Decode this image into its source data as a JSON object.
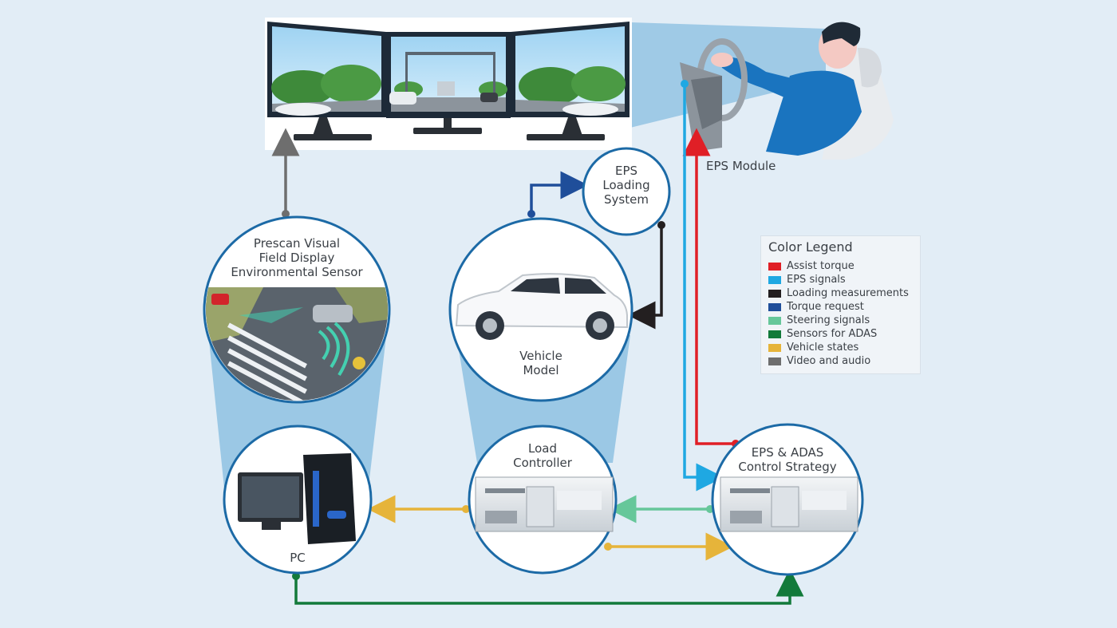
{
  "labels": {
    "eps_module": "EPS Module",
    "eps_loading_system": [
      "EPS",
      "Loading",
      "System"
    ],
    "prescan": [
      "Prescan Visual",
      "Field Display",
      "Environmental Sensor"
    ],
    "vehicle_model": [
      "Vehicle",
      "Model"
    ],
    "load_controller": [
      "Load",
      "Controller"
    ],
    "eps_adas": [
      "EPS & ADAS",
      "Control Strategy"
    ],
    "pc": "PC"
  },
  "legend": {
    "title": "Color Legend",
    "items": [
      {
        "label": "Assist torque",
        "color": "#e01f26"
      },
      {
        "label": "EPS signals",
        "color": "#1fa8e2"
      },
      {
        "label": "Loading measurements",
        "color": "#231f20"
      },
      {
        "label": "Torque request",
        "color": "#1f4e9a"
      },
      {
        "label": "Steering signals",
        "color": "#66c79a"
      },
      {
        "label": "Sensors for ADAS",
        "color": "#127a3a"
      },
      {
        "label": "Vehicle states",
        "color": "#e6b43a"
      },
      {
        "label": "Video and audio",
        "color": "#6e6e6e"
      }
    ]
  },
  "colors": {
    "background": "#e2edf6",
    "circle_border": "#1c6aa6",
    "beam": "#8ec1e2"
  }
}
